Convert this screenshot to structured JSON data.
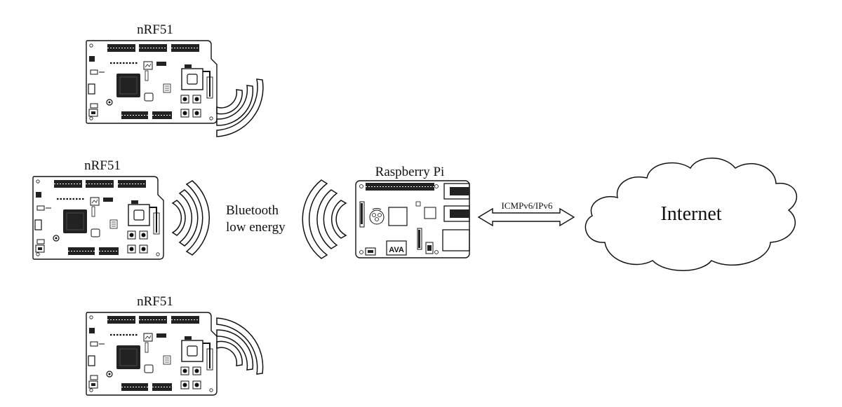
{
  "nodes": {
    "board_top": {
      "label": "nRF51"
    },
    "board_middle": {
      "label": "nRF51"
    },
    "board_bottom": {
      "label": "nRF51"
    },
    "gateway": {
      "label": "Raspberry Pi"
    },
    "cloud": {
      "label": "Internet"
    }
  },
  "links": {
    "radio": {
      "label_line1": "Bluetooth",
      "label_line2": "low energy"
    },
    "protocol": {
      "label": "ICMPv6/IPv6"
    }
  },
  "colors": {
    "line": "#111111",
    "background": "#ffffff"
  }
}
